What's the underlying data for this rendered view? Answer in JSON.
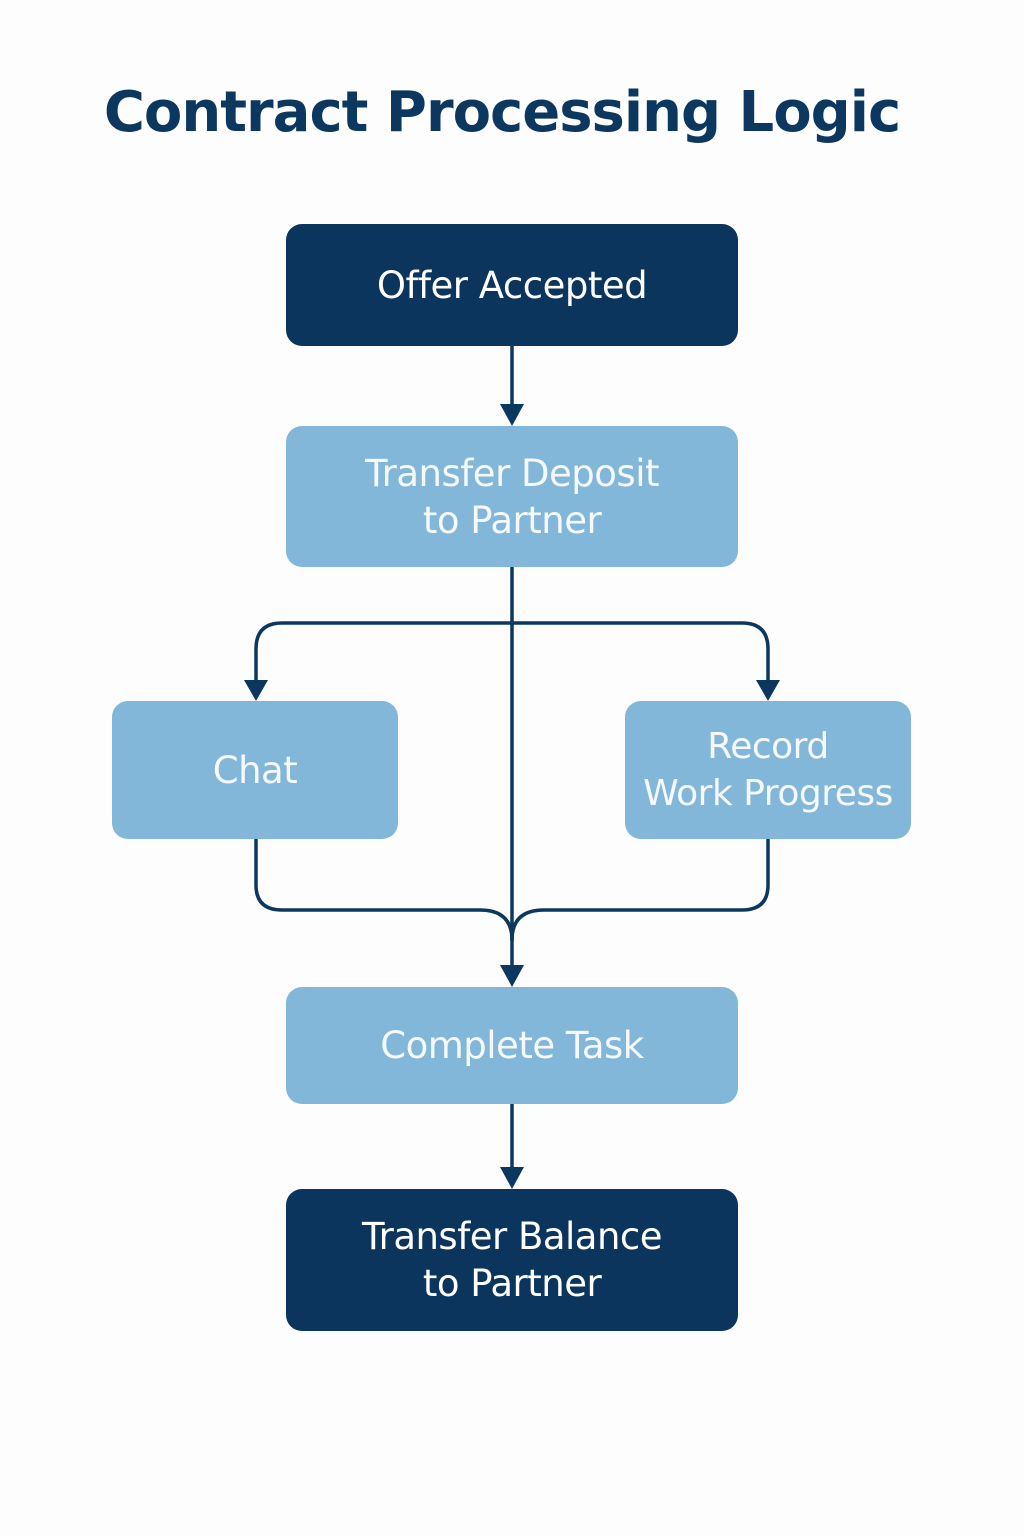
{
  "diagram": {
    "title": "Contract Processing Logic",
    "colors": {
      "dark_node": "#0b355c",
      "light_node": "#83b7d9",
      "connector": "#0c3860",
      "title": "#0c3860",
      "background": "#fdfdfd"
    },
    "nodes": {
      "offer_accepted": {
        "lines": [
          "Offer Accepted"
        ]
      },
      "transfer_deposit": {
        "lines": [
          "Transfer Deposit",
          "to Partner"
        ]
      },
      "chat": {
        "lines": [
          "Chat"
        ]
      },
      "record_work_progress": {
        "lines": [
          "Record",
          "Work Progress"
        ]
      },
      "complete_task": {
        "lines": [
          "Complete Task"
        ]
      },
      "transfer_balance": {
        "lines": [
          "Transfer Balance",
          "to Partner"
        ]
      }
    },
    "edges": [
      {
        "from": "Offer Accepted",
        "to": "Transfer Deposit to Partner"
      },
      {
        "from": "Transfer Deposit to Partner",
        "to": "Chat"
      },
      {
        "from": "Transfer Deposit to Partner",
        "to": "Record Work Progress"
      },
      {
        "from": "Transfer Deposit to Partner",
        "to": "Complete Task"
      },
      {
        "from": "Chat",
        "to": "Complete Task"
      },
      {
        "from": "Record Work Progress",
        "to": "Complete Task"
      },
      {
        "from": "Complete Task",
        "to": "Transfer Balance to Partner"
      }
    ]
  }
}
